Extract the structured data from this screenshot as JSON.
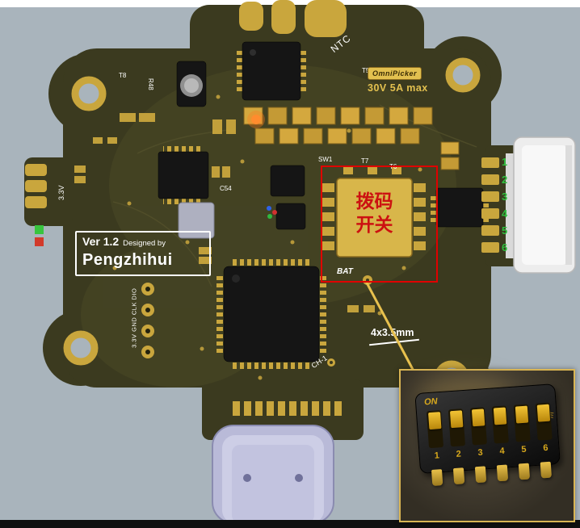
{
  "colors": {
    "bg": "#a9b4bc",
    "top-strip": "#ffffff",
    "bottom-strip": "#101010",
    "pcb": "#3b3a1f",
    "pcb-dark": "#23220f",
    "gold": "#c9a63d",
    "gold-bright": "#e2c04f",
    "chip": "#151515",
    "red-annotation": "#e00000",
    "red-text": "#cc1111",
    "green-pin": "#2fbf3f",
    "usb": "#b9bad8",
    "callout": "#e8c14e"
  },
  "silkscreen": {
    "ntc": "NTC",
    "t8": "T8",
    "r48": "R48",
    "t5": "T5",
    "c54": "C54",
    "sw1": "SW1",
    "t7": "T7",
    "t6": "T6",
    "bat": "BAT",
    "ch1": "CH-1",
    "v33": "3.3V",
    "debug_header": "3.3V GND CLK DIO"
  },
  "badge": {
    "name": "OmniPicker",
    "rating": "30V 5A max"
  },
  "version_box": {
    "version": "Ver 1.2",
    "designed_by": "Designed by",
    "brand": "Pengzhihui"
  },
  "connector": {
    "pins": [
      "1",
      "2",
      "3",
      "4",
      "5",
      "6"
    ]
  },
  "annotation": {
    "dip_line1": "拨码",
    "dip_line2": "开关",
    "dimension": "4x3.5mm"
  },
  "inset": {
    "on": "ON",
    "ke": "KE",
    "positions": [
      "1",
      "2",
      "3",
      "4",
      "5",
      "6"
    ]
  }
}
